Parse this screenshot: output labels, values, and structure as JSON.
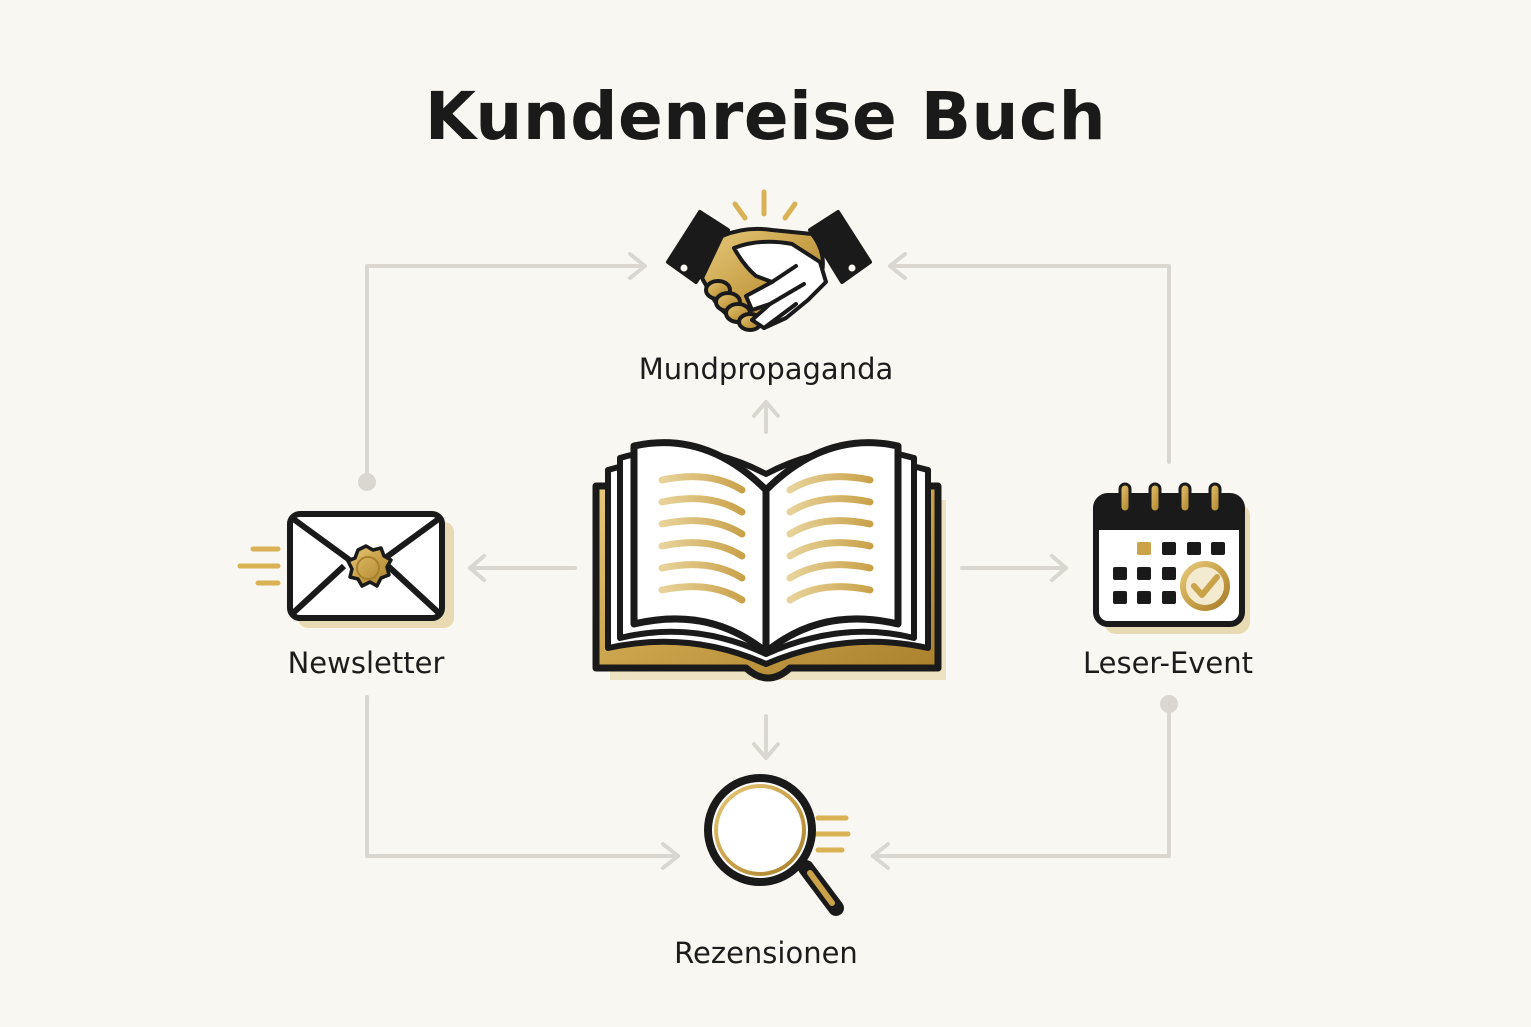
{
  "title": "Kundenreise Buch",
  "nodes": {
    "top": {
      "label": "Mundpropaganda",
      "icon": "handshake-icon"
    },
    "left": {
      "label": "Newsletter",
      "icon": "envelope-icon"
    },
    "right": {
      "label": "Leser-Event",
      "icon": "calendar-icon"
    },
    "bottom": {
      "label": "Rezensionen",
      "icon": "magnifier-icon"
    },
    "center": {
      "icon": "open-book-icon"
    }
  },
  "colors": {
    "background": "#f8f7f2",
    "ink": "#1a1a1a",
    "gold": "#c9a24a",
    "connector": "#d9d7d0"
  }
}
